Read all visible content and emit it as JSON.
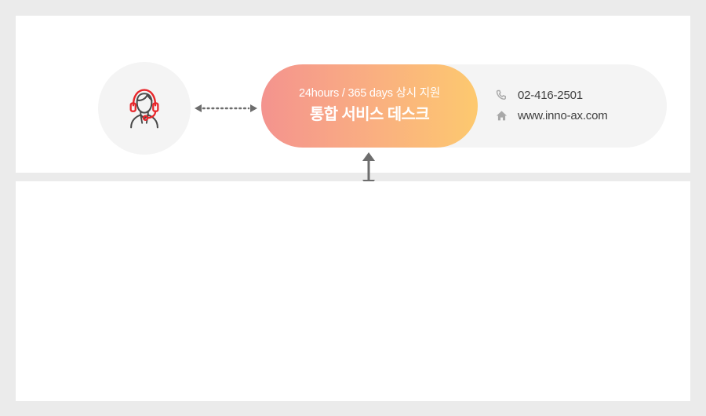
{
  "canvas": {
    "background_color": "#ebebeb",
    "panel_color": "#ffffff"
  },
  "diagram": {
    "agent_node": {
      "icon": "headset-agent-icon",
      "circle_color": "#f4f4f4",
      "headset_color": "#e8262a",
      "person_color": "#4a4a4a"
    },
    "horizontal_connector": {
      "icon": "dotted-double-arrow-horizontal-icon",
      "color": "#6d6d6d",
      "style": "dotted"
    },
    "service_desk": {
      "subtitle": "24hours / 365 days 상시 지원",
      "title": "통합 서비스 데스크",
      "gradient_start": "#f4938e",
      "gradient_end": "#fdc96f",
      "text_color": "#ffffff"
    },
    "contacts": [
      {
        "icon": "phone-icon",
        "label": "02-416-2501"
      },
      {
        "icon": "home-icon",
        "label": "www.inno-ax.com"
      }
    ],
    "vertical_connector": {
      "icon": "double-arrow-vertical-icon",
      "color": "#6d6d6d",
      "style": "solid"
    }
  }
}
